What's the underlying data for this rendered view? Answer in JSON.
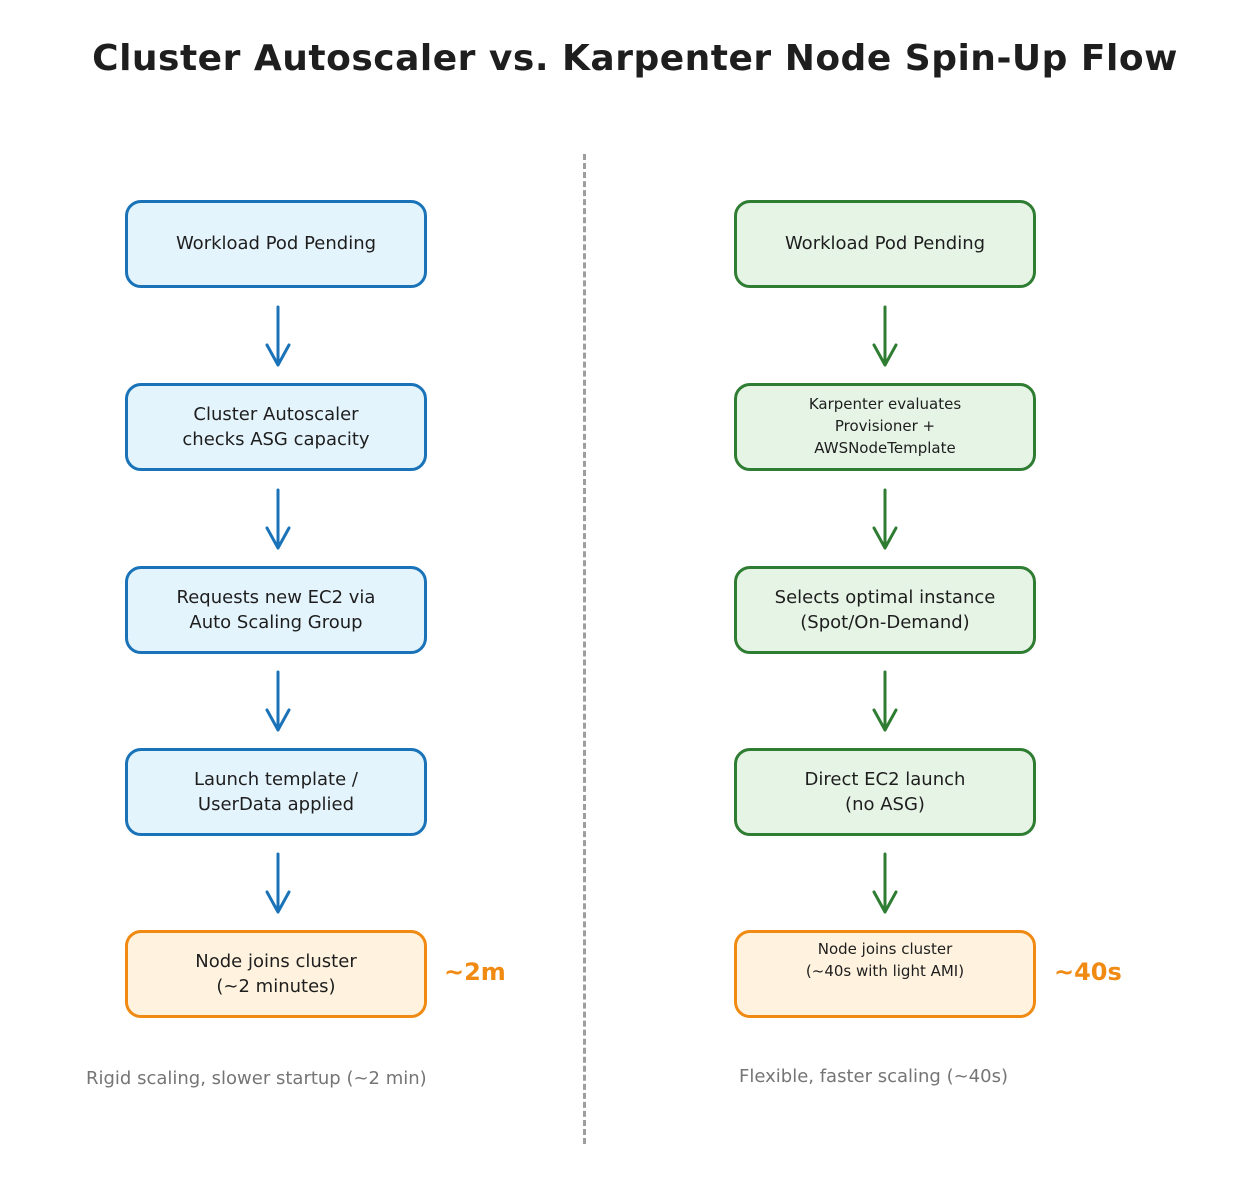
{
  "title": "Cluster Autoscaler vs. Karpenter Node Spin-Up Flow",
  "colors": {
    "left_stroke": "#1a73b8",
    "left_fill": "#e4f4fd",
    "right_stroke": "#2f7d32",
    "right_fill": "#e6f4e6",
    "final_stroke": "#f08a12",
    "final_fill": "#fff3df",
    "time_text": "#f08a12",
    "caption_text": "#757575",
    "divider": "#9e9e9e"
  },
  "left": {
    "name": "Cluster Autoscaler",
    "steps": [
      "Workload Pod Pending",
      "Cluster Autoscaler\nchecks ASG capacity",
      "Requests new EC2 via\nAuto Scaling Group",
      "Launch template /\nUserData applied",
      "Node joins cluster\n(~2 minutes)"
    ],
    "time_label": "~2m",
    "caption": "Rigid scaling, slower startup (~2 min)"
  },
  "right": {
    "name": "Karpenter",
    "steps": [
      "Workload Pod Pending",
      "Karpenter evaluates\nProvisioner +\nAWSNodeTemplate",
      "Selects optimal instance\n(Spot/On-Demand)",
      "Direct EC2 launch\n(no ASG)",
      "Node joins cluster\n(~40s with light AMI)"
    ],
    "time_label": "~40s",
    "caption": "Flexible, faster scaling (~40s)"
  }
}
